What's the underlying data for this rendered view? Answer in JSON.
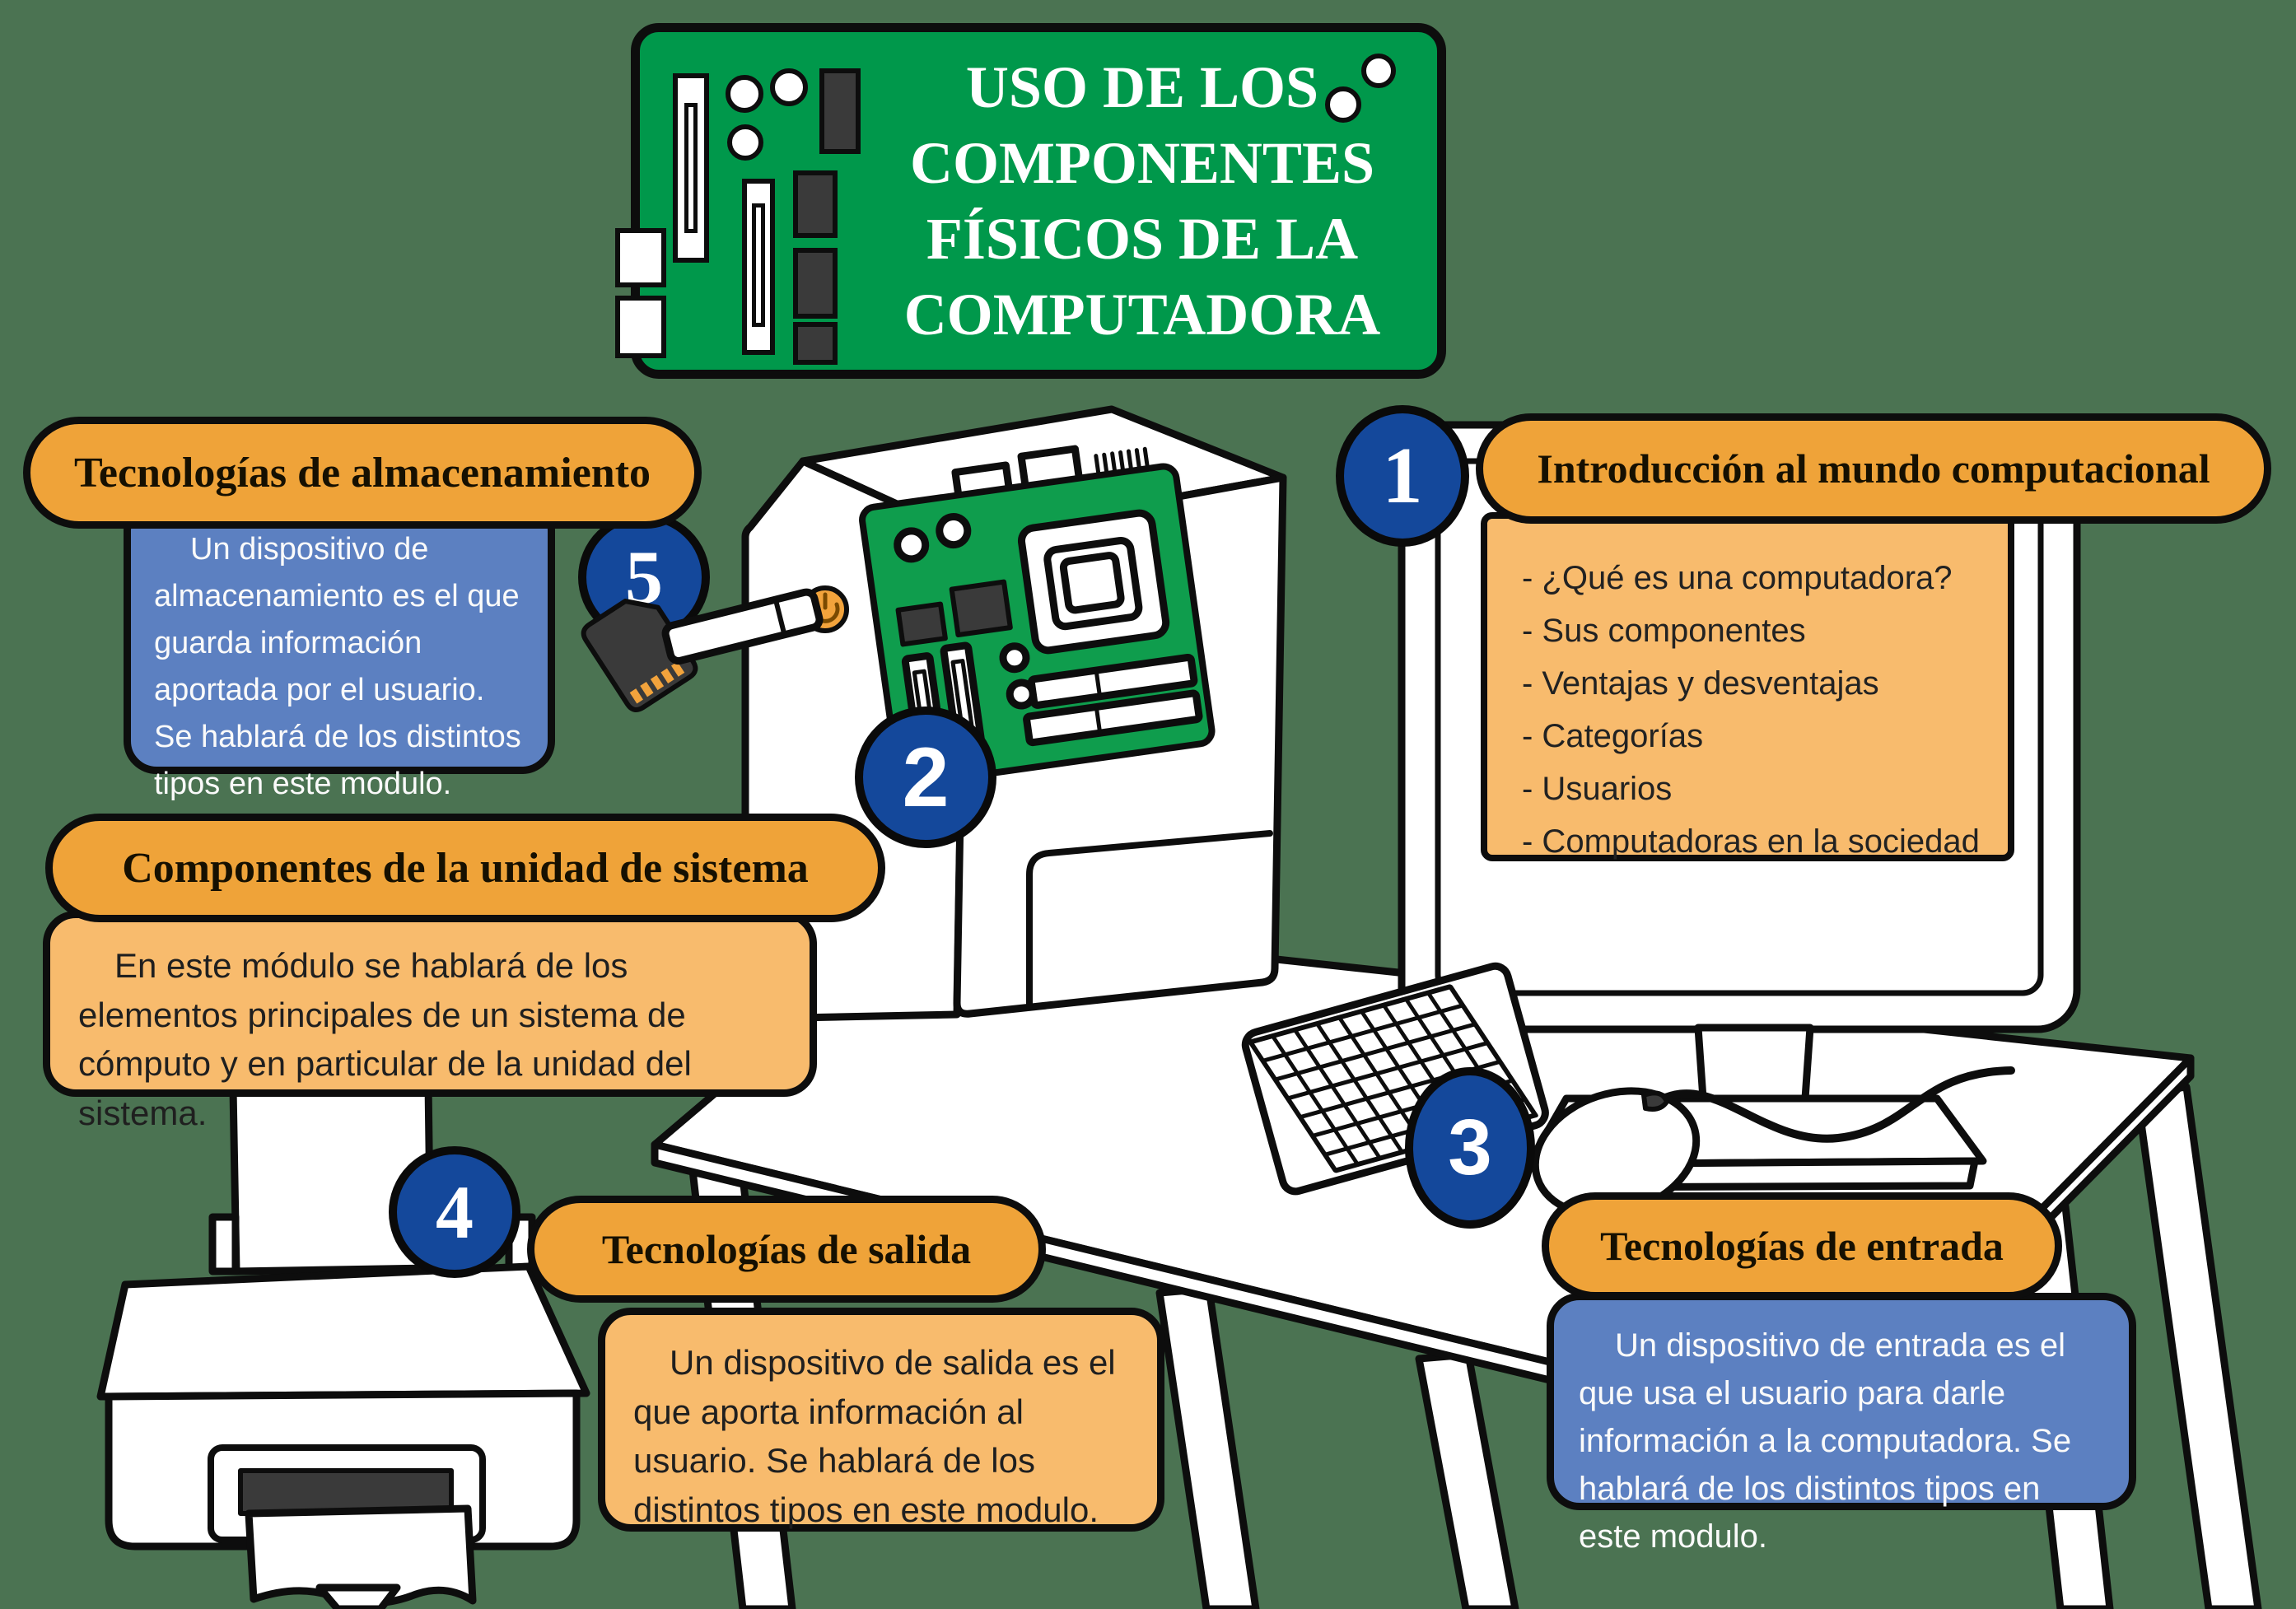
{
  "colors": {
    "background": "#4B7352",
    "banner_green": "#00984B",
    "motherboard_green": "#0F9D4D",
    "pill_orange": "#EFA339",
    "panel_orange": "#F8BB6D",
    "panel_blue": "#5C80C1",
    "badge_blue": "#14489B",
    "outline_black": "#0d0d0d",
    "text_white": "#ffffff"
  },
  "title_board": {
    "title": "USO DE LOS COMPONENTES FÍSICOS DE LA COMPUTADORA"
  },
  "sections": {
    "intro": {
      "number": "1",
      "label": "Introducción al mundo computacional",
      "screen_topics": [
        "- ¿Qué es una computadora?",
        "- Sus componentes",
        "- Ventajas y desventajas",
        "- Categorías",
        "- Usuarios",
        "- Computadoras en la sociedad"
      ]
    },
    "system_unit": {
      "number": "2",
      "label": "Componentes de la unidad de sistema",
      "description": "En este módulo se hablará de los elementos principales de un sistema de cómputo y en particular de la unidad del sistema."
    },
    "input": {
      "number": "3",
      "label": "Tecnologías de entrada",
      "description": "Un dispositivo de entrada es el que usa el usuario para darle información a la computadora. Se hablará de los distintos tipos en este modulo."
    },
    "output": {
      "number": "4",
      "label": "Tecnologías de salida",
      "description": "Un dispositivo de salida es el que aporta información al usuario. Se hablará de los distintos tipos en este modulo."
    },
    "storage": {
      "number": "5",
      "label": "Tecnologías de almacenamiento",
      "description": "Un dispositivo de almacenamiento es el que guarda información aportada por el usuario. Se hablará de los distintos tipos en este modulo."
    }
  },
  "illustrations": {
    "circuit-banner-icon": "green circuit board behind title",
    "desk-icon": "white desk in perspective",
    "system-unit-tower-icon": "computer case with motherboard on side",
    "motherboard-icon": "green motherboard with CPU socket and RAM slots",
    "power-button-icon": "orange power button on case",
    "monitor-icon": "CRT/LCD monitor with stand",
    "keyboard-icon": "keyboard key grid",
    "mouse-icon": "mouse with cable",
    "printer-icon": "printer with paper input and output",
    "sd-card-icon": "dark SD memory card with gold pins",
    "usb-drive-icon": "white USB flash drive"
  }
}
